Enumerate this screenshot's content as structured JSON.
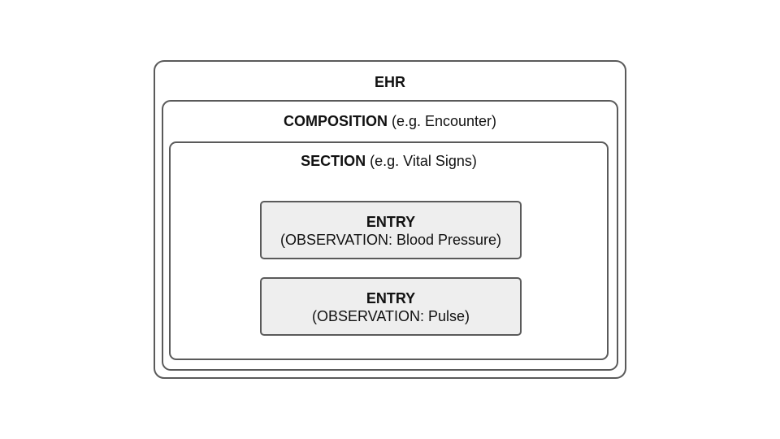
{
  "ehr": {
    "label": "EHR"
  },
  "composition": {
    "label": "COMPOSITION",
    "example": " (e.g. Encounter)"
  },
  "section": {
    "label": "SECTION",
    "example": " (e.g. Vital Signs)"
  },
  "entries": [
    {
      "label": "ENTRY",
      "detail": "(OBSERVATION: Blood Pressure)"
    },
    {
      "label": "ENTRY",
      "detail": "(OBSERVATION: Pulse)"
    }
  ]
}
